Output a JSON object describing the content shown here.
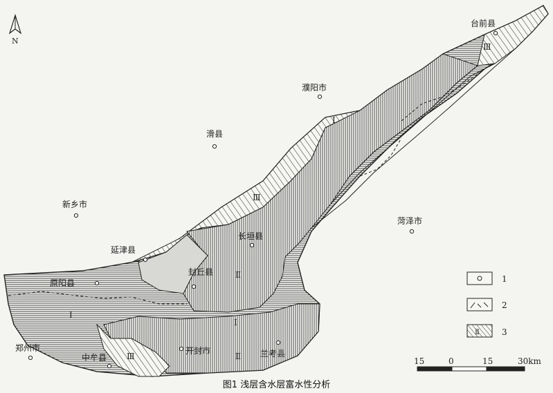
{
  "north_label": "N",
  "cities": [
    {
      "id": "taiqian",
      "name": "台前县"
    },
    {
      "id": "puyang",
      "name": "濮阳市"
    },
    {
      "id": "huaxian",
      "name": "滑县"
    },
    {
      "id": "xinxiang",
      "name": "新乡市"
    },
    {
      "id": "heze",
      "name": "菏泽市"
    },
    {
      "id": "yanjin",
      "name": "延津县"
    },
    {
      "id": "changyuan",
      "name": "长垣县"
    },
    {
      "id": "fengqiu",
      "name": "封丘县"
    },
    {
      "id": "yuanyang",
      "name": "原阳县"
    },
    {
      "id": "zhengzhou",
      "name": "郑州市"
    },
    {
      "id": "zhongmou",
      "name": "中牟县"
    },
    {
      "id": "kaifeng",
      "name": "开封市"
    },
    {
      "id": "lankao",
      "name": "兰考县"
    }
  ],
  "zones": {
    "I": "Ⅰ",
    "II": "Ⅱ",
    "III": "Ⅲ"
  },
  "legend": [
    {
      "number": "1",
      "symbol": "town-marker"
    },
    {
      "number": "2",
      "symbol": "dashed-boundary"
    },
    {
      "number": "3",
      "symbol": "zone-hatch"
    }
  ],
  "scale_bar": {
    "ticks": [
      "15",
      "0",
      "15",
      "30km"
    ]
  },
  "caption": "图1  浅层含水层富水性分析"
}
